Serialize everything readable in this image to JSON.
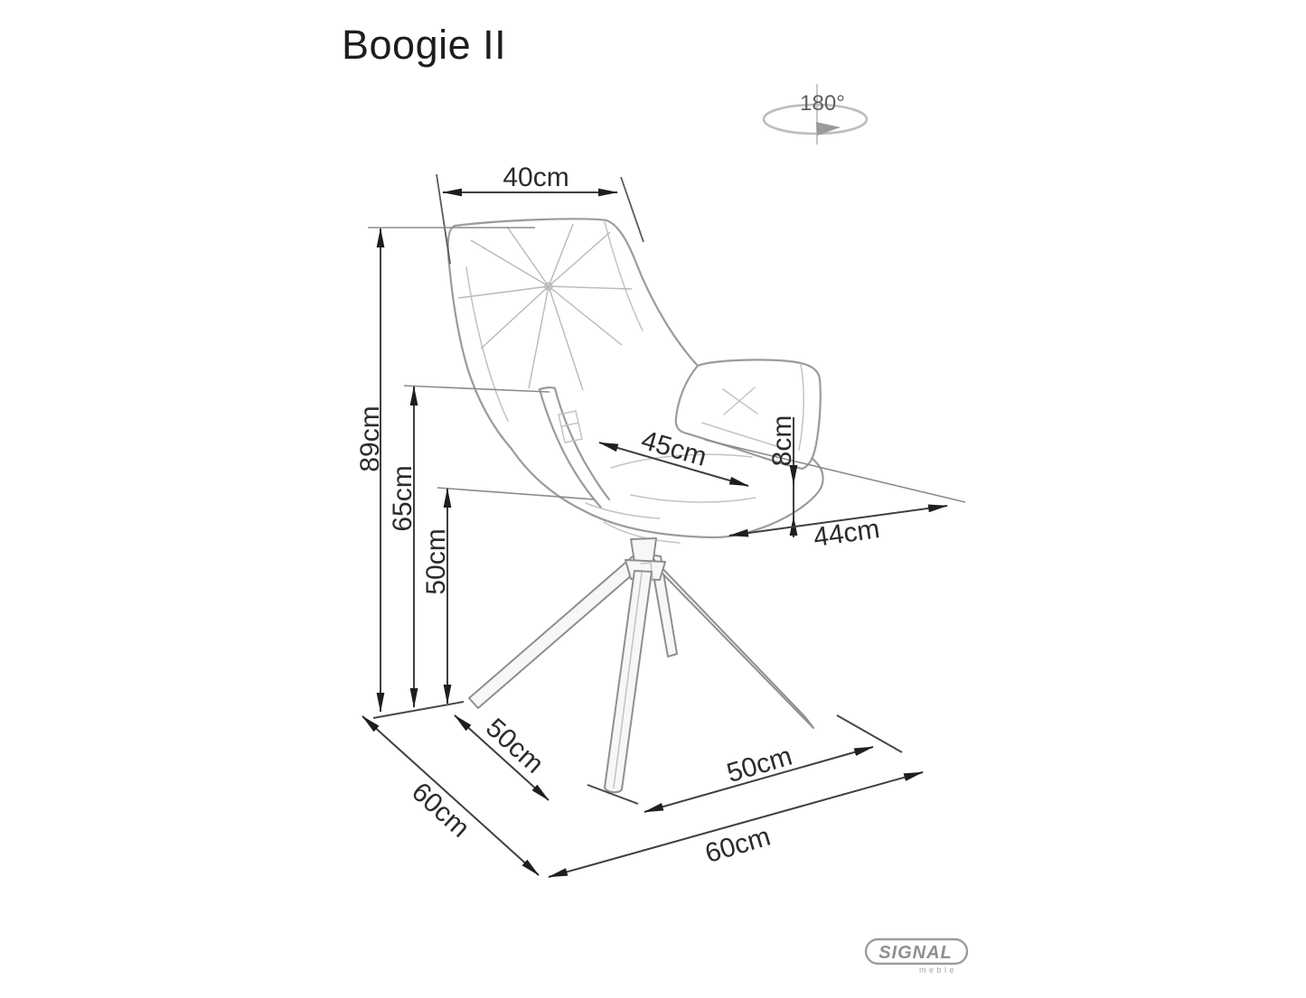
{
  "title": "Boogie II",
  "rotation_indicator": {
    "label": "180°"
  },
  "dimensions": {
    "back_width": "40cm",
    "overall_height": "89cm",
    "armrest_height": "65cm",
    "seat_height": "50cm",
    "seat_width": "45cm",
    "seat_cushion_thickness": "8cm",
    "seat_depth": "44cm",
    "base_left_depth": "50cm",
    "base_depth": "60cm",
    "base_right_width": "50cm",
    "base_width": "60cm"
  },
  "logo": {
    "brand": "SIGNAL",
    "subtitle": "meble"
  },
  "colors": {
    "background": "#ffffff",
    "line_art": "#9b9b9b",
    "dimension_lines": "#3f3f3f",
    "label_text": "#2b2b2b",
    "rotation_gray": "#b5b5b5",
    "logo_gray": "#8f8f8f"
  }
}
